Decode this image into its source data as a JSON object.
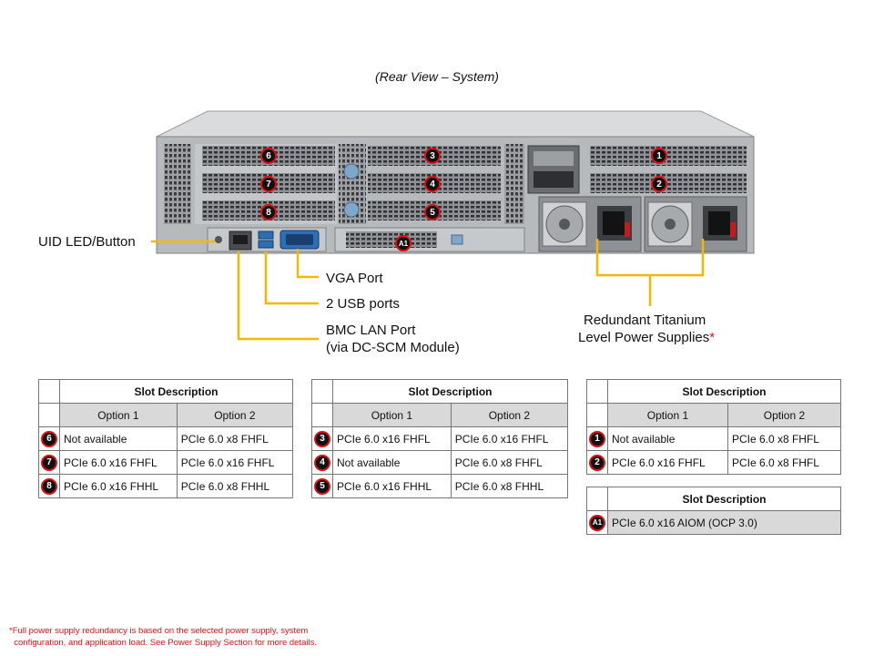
{
  "figure": {
    "title": "(Rear View – System)"
  },
  "callouts": {
    "uid": "UID LED/Button",
    "vga": "VGA Port",
    "usb": "2 USB ports",
    "bmc_line1": "BMC LAN Port",
    "bmc_line2": "(via DC-SCM Module)",
    "psu_line1": "Redundant Titanium",
    "psu_line2": "Level Power Supplies",
    "psu_star": "*"
  },
  "slot_badges": [
    "6",
    "7",
    "8",
    "3",
    "4",
    "5",
    "1",
    "2",
    "A1"
  ],
  "colors": {
    "callout_line": "#f5b800",
    "badge_ring": "#d11111",
    "footnote": "#d11111",
    "subheader_fill": "#d9d9d9"
  },
  "tables": [
    {
      "header": "Slot Description",
      "option1": "Option 1",
      "option2": "Option 2",
      "rows": [
        {
          "slot": "6",
          "opt1": "Not available",
          "opt2": "PCIe 6.0 x8 FHFL"
        },
        {
          "slot": "7",
          "opt1": "PCIe 6.0 x16 FHFL",
          "opt2": "PCIe 6.0 x16 FHFL"
        },
        {
          "slot": "8",
          "opt1": "PCIe 6.0 x16 FHHL",
          "opt2": "PCIe 6.0 x8 FHHL"
        }
      ]
    },
    {
      "header": "Slot Description",
      "option1": "Option 1",
      "option2": "Option 2",
      "rows": [
        {
          "slot": "3",
          "opt1": "PCIe 6.0 x16 FHFL",
          "opt2": "PCIe 6.0 x16 FHFL"
        },
        {
          "slot": "4",
          "opt1": "Not available",
          "opt2": "PCIe 6.0 x8 FHFL"
        },
        {
          "slot": "5",
          "opt1": "PCIe 6.0 x16 FHHL",
          "opt2": "PCIe 6.0 x8 FHHL"
        }
      ]
    },
    {
      "header": "Slot Description",
      "option1": "Option 1",
      "option2": "Option 2",
      "rows": [
        {
          "slot": "1",
          "opt1": "Not available",
          "opt2": "PCIe 6.0 x8 FHFL"
        },
        {
          "slot": "2",
          "opt1": "PCIe 6.0 x16 FHFL",
          "opt2": "PCIe 6.0 x8 FHFL"
        }
      ]
    },
    {
      "header": "Slot Description",
      "rows": [
        {
          "slot": "A1",
          "opt1": "PCIe 6.0 x16 AIOM (OCP 3.0)"
        }
      ]
    }
  ],
  "footnote": {
    "line1": "*Full power supply redundancy is based on the selected power supply, system",
    "line2": "  configuration, and application load. See Power Supply Section for more details."
  }
}
